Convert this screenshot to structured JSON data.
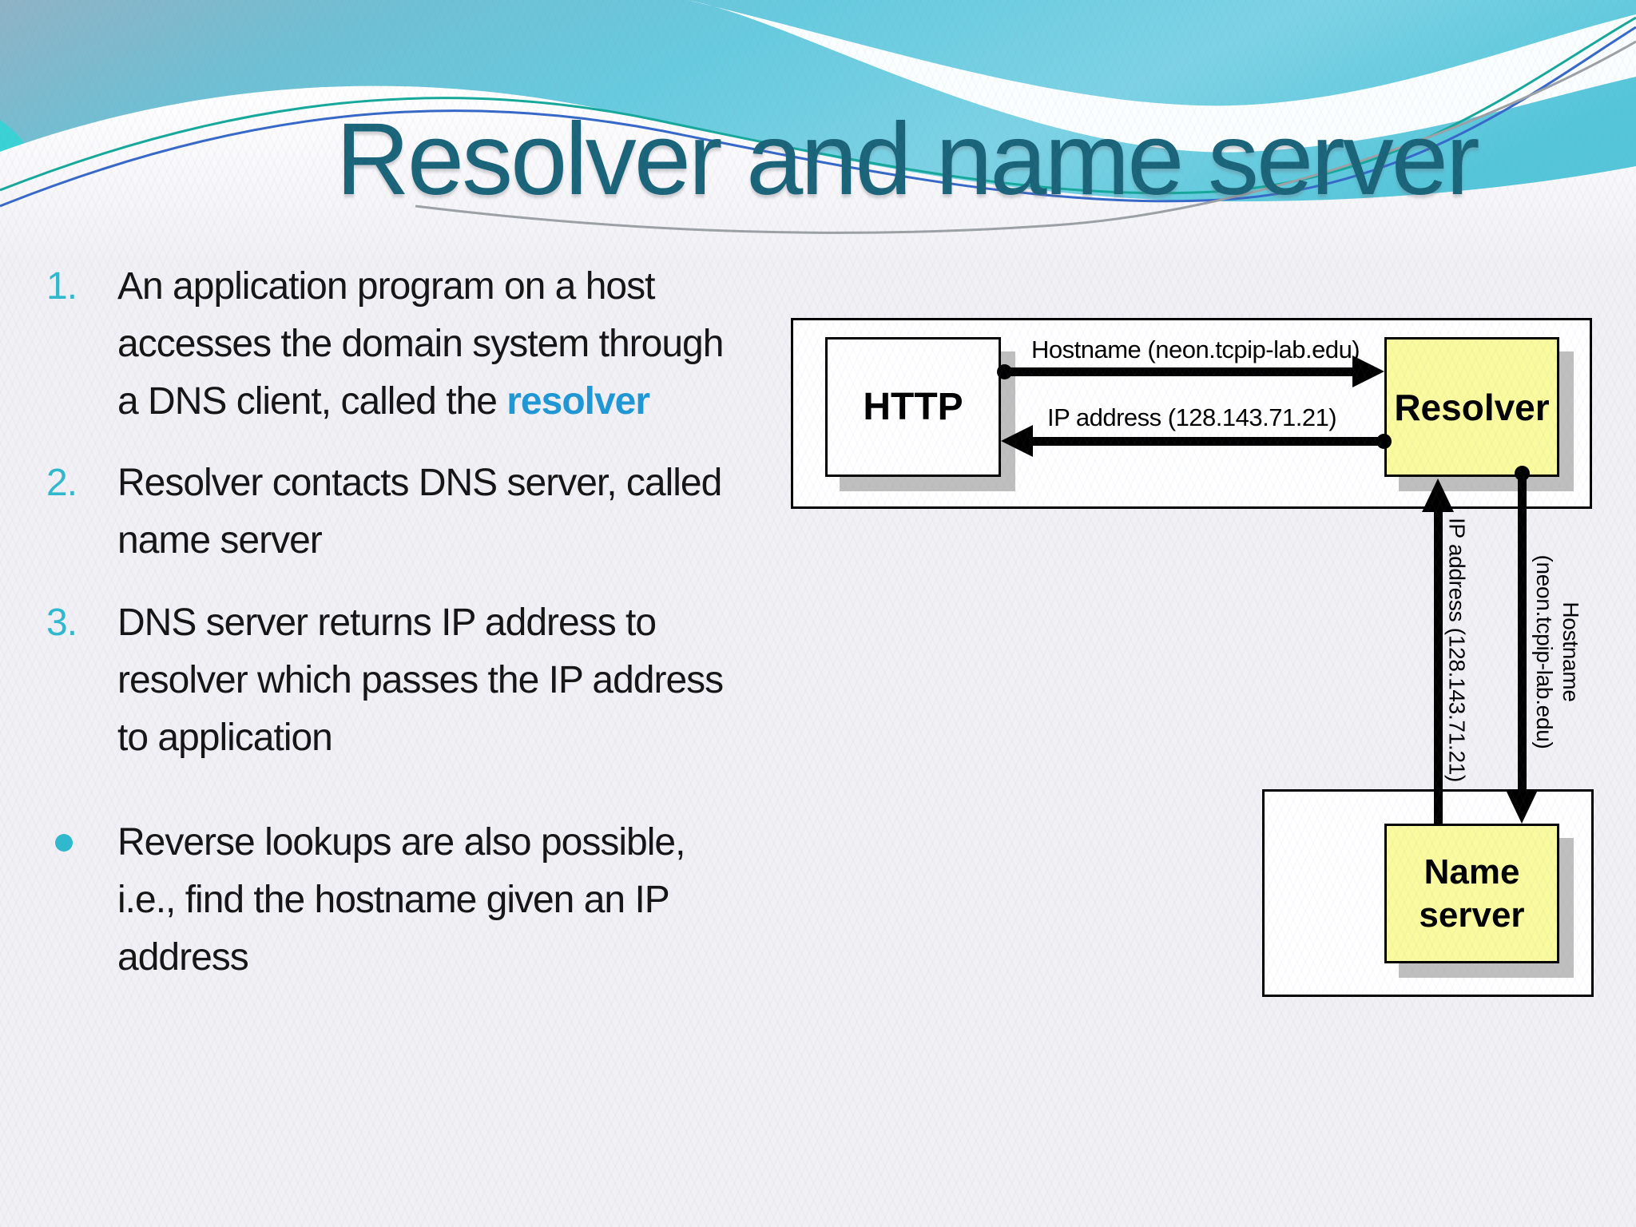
{
  "title": "Resolver and name server",
  "list": {
    "items": [
      {
        "marker": "1.",
        "line1": "An application program on a host",
        "line2": "accesses the domain system through",
        "line3_prefix": "a DNS client, called the ",
        "line3_highlight": "resolver"
      },
      {
        "marker": "2.",
        "line1": "Resolver contacts DNS server, called",
        "line2": "name server"
      },
      {
        "marker": "3.",
        "line1": "DNS server returns IP address to",
        "line2": "resolver which passes the IP address",
        "line3": "to application"
      },
      {
        "marker": "•",
        "line1": "Reverse lookups are also possible,",
        "line2": "i.e., find the hostname given an IP",
        "line3": "address"
      }
    ]
  },
  "diagram": {
    "http_box_label": "HTTP",
    "resolver_box_label": "Resolver",
    "name_server_box_label": "Name server",
    "hostname_arrow_label": "Hostname (neon.tcpip-lab.edu)",
    "ip_arrow_label": "IP address (128.143.71.21)",
    "vertical_ip_label": "IP address (128.143.71.21)",
    "vertical_hostname_label_line1": "Hostname",
    "vertical_hostname_label_line2": "(neon.tcpip-lab.edu)"
  },
  "colors": {
    "title_text": "#1a6479",
    "list_marker_cyan": "#2fb9ce",
    "highlight_blue": "#1e97d4",
    "body_text": "#141414",
    "node_yellow": "#fafa9e",
    "node_shadow_gray": "#bfbfbf",
    "header_teal": "#5fc3d8"
  }
}
